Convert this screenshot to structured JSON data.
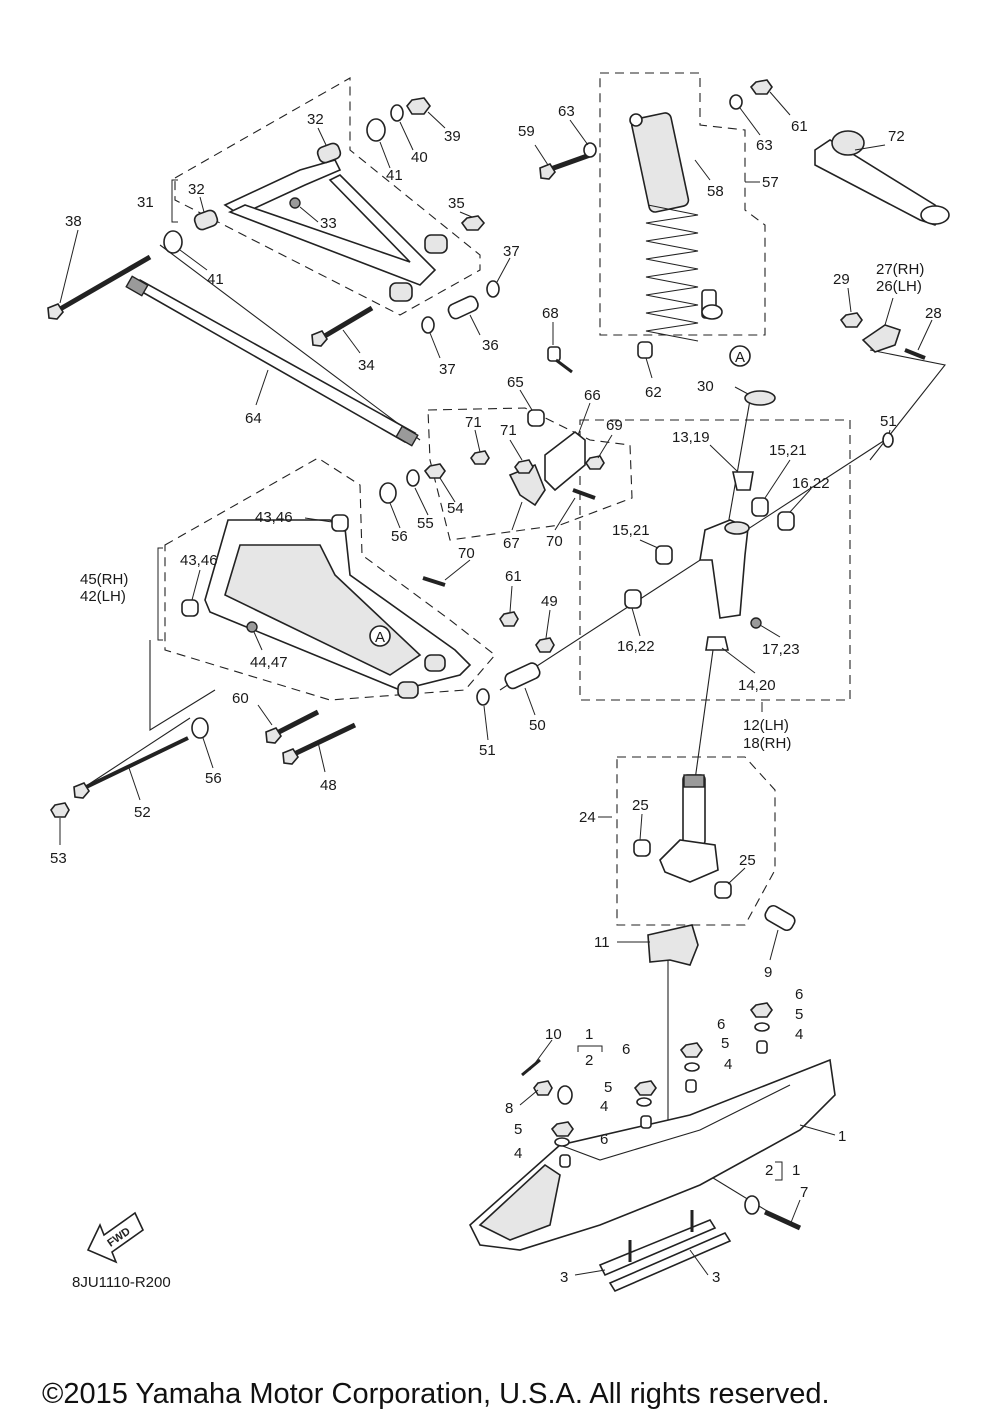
{
  "diagram_code": "8JU1110-R200",
  "copyright": "©2015 Yamaha Motor Corporation, U.S.A. All rights reserved.",
  "fwd_label": "FWD",
  "ref_a_label": "A",
  "callouts": {
    "c1a": "1",
    "c1b": "1",
    "c1c": "1",
    "c2a": "2",
    "c2b": "2",
    "c3a": "3",
    "c3b": "3",
    "c4a": "4",
    "c4b": "4",
    "c4c": "4",
    "c4d": "4",
    "c5a": "5",
    "c5b": "5",
    "c5c": "5",
    "c5d": "5",
    "c6a": "6",
    "c6b": "6",
    "c6c": "6",
    "c6d": "6",
    "c7": "7",
    "c8": "8",
    "c9": "9",
    "c10": "10",
    "c11": "11",
    "c12_18a": "12(LH)",
    "c12_18b": "18(RH)",
    "c13_19": "13,19",
    "c14_20": "14,20",
    "c15_21a": "15,21",
    "c15_21b": "15,21",
    "c16_22a": "16,22",
    "c16_22b": "16,22",
    "c17_23": "17,23",
    "c24": "24",
    "c25a": "25",
    "c25b": "25",
    "c27_26a": "27(RH)",
    "c27_26b": "26(LH)",
    "c28": "28",
    "c29": "29",
    "c30": "30",
    "c31": "31",
    "c32a": "32",
    "c32b": "32",
    "c33": "33",
    "c34": "34",
    "c35": "35",
    "c36": "36",
    "c37a": "37",
    "c37b": "37",
    "c38": "38",
    "c39": "39",
    "c40": "40",
    "c41a": "41",
    "c41b": "41",
    "c43_46a": "43,46",
    "c43_46b": "43,46",
    "c44_47": "44,47",
    "c45_42a": "45(RH)",
    "c45_42b": "42(LH)",
    "c48": "48",
    "c49": "49",
    "c50": "50",
    "c51a": "51",
    "c51b": "51",
    "c52": "52",
    "c53": "53",
    "c54": "54",
    "c55": "55",
    "c56a": "56",
    "c56b": "56",
    "c57": "57",
    "c58": "58",
    "c59": "59",
    "c60": "60",
    "c61a": "61",
    "c61b": "61",
    "c62": "62",
    "c63a": "63",
    "c63b": "63",
    "c64": "64",
    "c65": "65",
    "c66": "66",
    "c67": "67",
    "c68": "68",
    "c69": "69",
    "c70a": "70",
    "c70b": "70",
    "c71a": "71",
    "c71b": "71",
    "c72": "72"
  }
}
